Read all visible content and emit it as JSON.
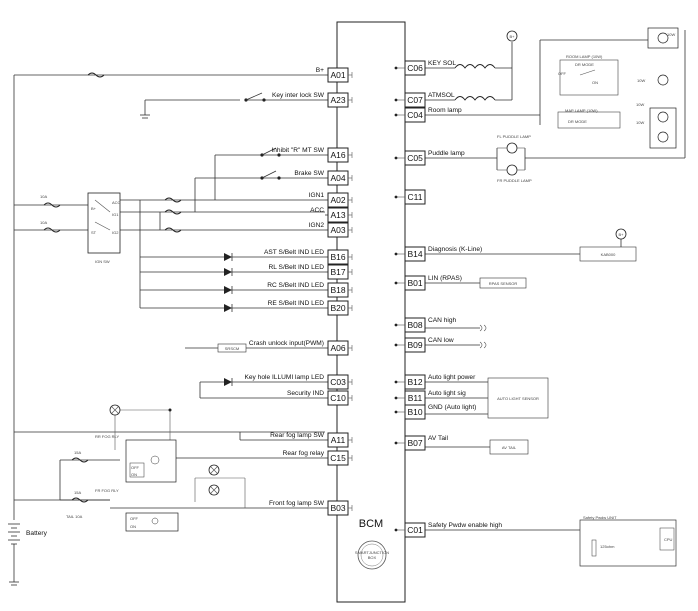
{
  "module": {
    "name": "BCM",
    "badge_line1": "SMARTJUNCTION",
    "badge_line2": "BOX"
  },
  "left_pins": [
    {
      "code": "A01",
      "label": "B+"
    },
    {
      "code": "A23",
      "label": "Key inter lock SW"
    },
    {
      "code": "A16",
      "label": "Inhibit \"R\" MT SW"
    },
    {
      "code": "A04",
      "label": "Brake SW"
    },
    {
      "code": "A02",
      "label": "IGN1"
    },
    {
      "code": "A13",
      "label": "ACC"
    },
    {
      "code": "A03",
      "label": "IGN2"
    },
    {
      "code": "B16",
      "label": "AST S/Belt IND LED"
    },
    {
      "code": "B17",
      "label": "RL S/Belt IND LED"
    },
    {
      "code": "B18",
      "label": "RC S/Belt IND LED"
    },
    {
      "code": "B20",
      "label": "RE S/Belt IND LED"
    },
    {
      "code": "A06",
      "label": "Crash unlock input(PWM)"
    },
    {
      "code": "C03",
      "label": "Key hole ILLUMI lamp LED"
    },
    {
      "code": "C10",
      "label": "Security IND"
    },
    {
      "code": "A11",
      "label": "Rear fog lamp SW"
    },
    {
      "code": "C15",
      "label": "Rear fog relay"
    },
    {
      "code": "B03",
      "label": "Front fog lamp SW"
    }
  ],
  "right_pins": [
    {
      "code": "C06",
      "label": "KEY SOL"
    },
    {
      "code": "C07",
      "label": "ATMSOL"
    },
    {
      "code": "C04",
      "label": "Room lamp"
    },
    {
      "code": "C05",
      "label": "Puddle lamp"
    },
    {
      "code": "C11",
      "label": ""
    },
    {
      "code": "B14",
      "label": "Diagnosis (K-Line)"
    },
    {
      "code": "B01",
      "label": "LIN (RPAS)"
    },
    {
      "code": "B08",
      "label": "CAN high"
    },
    {
      "code": "B09",
      "label": "CAN low"
    },
    {
      "code": "B12",
      "label": "Auto light power"
    },
    {
      "code": "B11",
      "label": "Auto light sig"
    },
    {
      "code": "B10",
      "label": "GND (Auto light)"
    },
    {
      "code": "B07",
      "label": "AV Tail"
    },
    {
      "code": "C01",
      "label": "Safety Pwdw enable high"
    }
  ],
  "left": {
    "battery_label": "Battery",
    "ign_switch_label": "IGN SW",
    "crash_sensor_label": "SRSCM",
    "rear_relay_label": "RR FOG RLY",
    "front_relay_label": "FR FOG RLY",
    "fuse_labels": [
      "10A",
      "10A",
      "15A",
      "15A",
      "TAIL 10A"
    ]
  },
  "right": {
    "bplus_label": "B+",
    "fl_puddle_label": "FL PUDDLE LAMP",
    "fr_puddle_label": "FR PUDDLE LAMP",
    "kline_box_label": "KAB000",
    "rpas_box_label": "RPAS SENSOR",
    "auto_light_box_label": "AUTO LIGHT SENSOR",
    "av_tail_box_label": "AV TAIL",
    "safety_unit_label": "Safety Pwdw UNIT",
    "safety_ohm_label": "125ohm",
    "safety_cpu_label": "CPU"
  }
}
